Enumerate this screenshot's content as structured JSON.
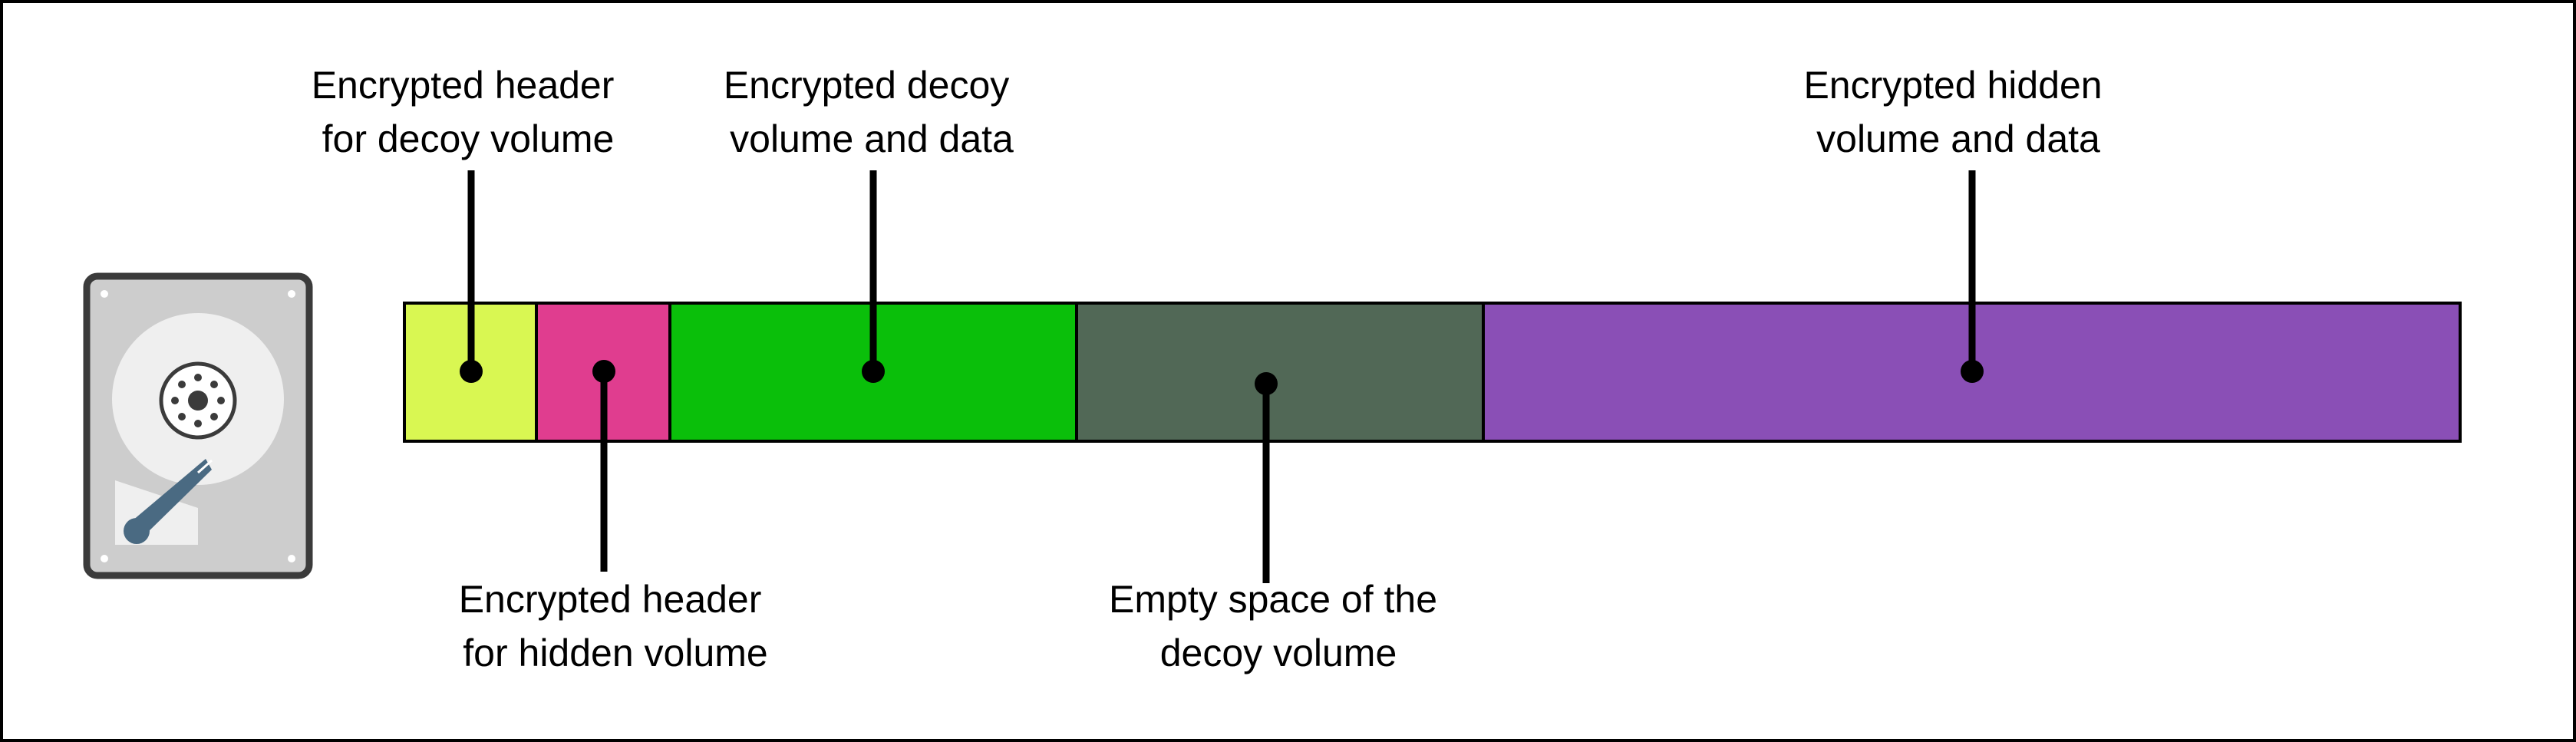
{
  "diagram": {
    "segments": [
      {
        "id": "decoy-header",
        "color": "#d9f752"
      },
      {
        "id": "hidden-header",
        "color": "#e03d8f"
      },
      {
        "id": "decoy-volume",
        "color": "#0abf0a"
      },
      {
        "id": "decoy-empty-space",
        "color": "#516856"
      },
      {
        "id": "hidden-volume",
        "color": "#8a4fb6"
      }
    ],
    "labels": {
      "decoy_header": [
        "Encrypted header",
        "for decoy volume"
      ],
      "decoy_volume": [
        "Encrypted decoy",
        "volume and data"
      ],
      "hidden_volume": [
        "Encrypted hidden",
        "volume and data"
      ],
      "hidden_header": [
        "Encrypted header",
        "for hidden volume"
      ],
      "empty_space": [
        "Empty space of the",
        "decoy volume"
      ]
    },
    "icon": "hard-drive-icon",
    "colors": {
      "outline": "#000000",
      "drive_body": "#cdcdcd",
      "drive_frame": "#3b3b3b",
      "drive_arm": "#4a6a82"
    }
  }
}
